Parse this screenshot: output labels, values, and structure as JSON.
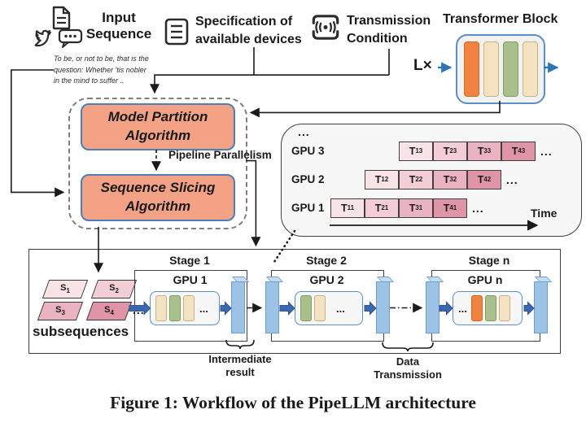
{
  "top": {
    "input_sequence": {
      "line1": "Input",
      "line2": "Sequence"
    },
    "quote": "To be, or not to be, that is the\nquestion: Whether 'tis nobler\nin the mind to suffer ..",
    "devices": {
      "line1": "Specification of",
      "line2": "available devices"
    },
    "transmission": {
      "line1": "Transmission",
      "line2": "Condition"
    },
    "transformer": {
      "label": "Transformer Block",
      "repeat_label": "L×"
    }
  },
  "algorithms": {
    "model_partition": "Model Partition Algorithm",
    "sequence_slicing": "Sequence Slicing Algorithm",
    "pipeline_label": "Pipeline Parallelism"
  },
  "timeline": {
    "t_prefix": "T",
    "ellipsis": "...",
    "time_label": "Time",
    "rows": [
      {
        "label": "GPU 3",
        "subs": [
          "13",
          "23",
          "33",
          "43"
        ]
      },
      {
        "label": "GPU 2",
        "subs": [
          "12",
          "22",
          "32",
          "42"
        ]
      },
      {
        "label": "GPU 1",
        "subs": [
          "11",
          "21",
          "31",
          "41"
        ]
      }
    ]
  },
  "pipeline": {
    "subsequences_label": "subsequences",
    "s_prefix": "S",
    "subsequence_subs": [
      "1",
      "2",
      "3",
      "4"
    ],
    "ellipsis": "...",
    "stages": [
      {
        "title": "Stage 1",
        "gpu": "GPU 1"
      },
      {
        "title": "Stage 2",
        "gpu": "GPU 2"
      },
      {
        "title": "Stage n",
        "gpu": "GPU n"
      }
    ],
    "intermediate_result": {
      "line1": "Intermediate",
      "line2": "result"
    },
    "data_transmission": {
      "line1": "Data",
      "line2": "Transmission"
    }
  },
  "caption": "Figure 1: Workflow of the PipeLLM architecture",
  "colors": {
    "salmon": "#f4a286",
    "box_border_blue": "#4a7ebc",
    "block_arrow_blue": "#3b66b0",
    "slab_blue": "#9cc2e5",
    "orange_bar": "#f0833f",
    "tan_bar": "#f3e3c3",
    "green_bar": "#a9c08c",
    "pink_levels": [
      "#f8e3e7",
      "#f3ced7",
      "#eab3c1",
      "#e094a7"
    ]
  }
}
